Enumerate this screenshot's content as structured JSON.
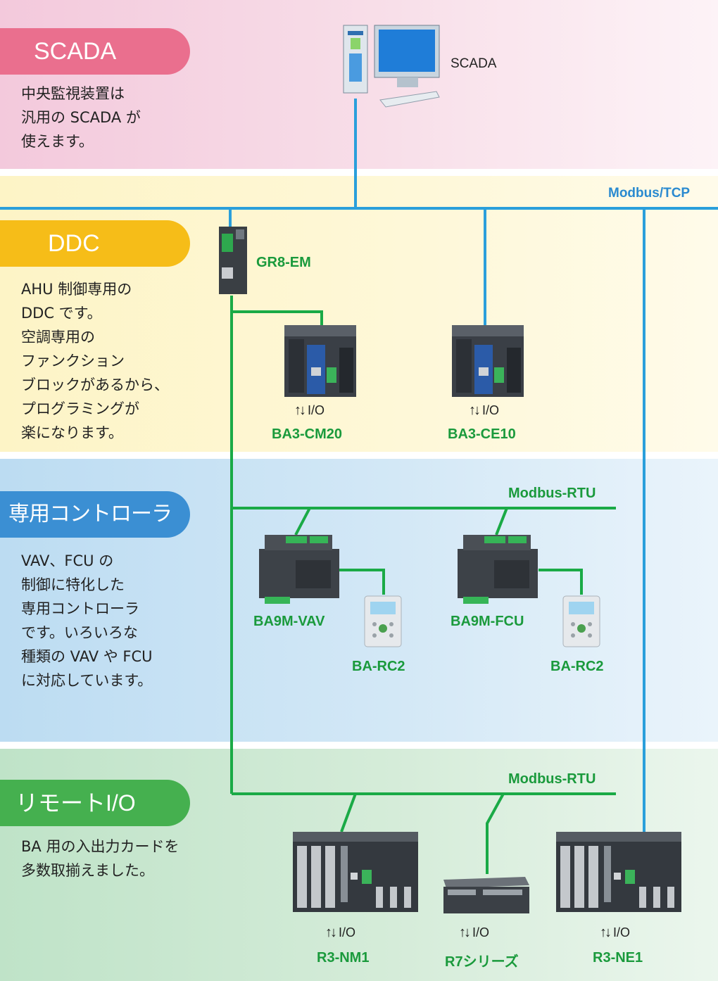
{
  "sections": {
    "scada": {
      "title": "SCADA",
      "description": "中央監視装置は\n汎用の SCADA が\n使えます。"
    },
    "ddc": {
      "title": "DDC",
      "description": "AHU 制御専用の\nDDC です。\n空調専用の\nファンクション\nブロックがあるから、\nプログラミングが\n楽になります。"
    },
    "controller": {
      "title": "専用コントローラ",
      "description": "VAV、FCU の\n制御に特化した\n専用コントローラ\nです。いろいろな\n種類の VAV や FCU\nに対応しています。"
    },
    "remote_io": {
      "title": "リモートI/O",
      "description": "BA 用の入出力カードを\n多数取揃えました。"
    }
  },
  "network": {
    "tcp": "Modbus/TCP",
    "rtu1": "Modbus-RTU",
    "rtu2": "Modbus-RTU"
  },
  "devices": {
    "scada_pc": "SCADA",
    "gr8": "GR8-EM",
    "cm20": "BA3-CM20",
    "ce10": "BA3-CE10",
    "vav": "BA9M-VAV",
    "fcu": "BA9M-FCU",
    "rc2a": "BA-RC2",
    "rc2b": "BA-RC2",
    "nm1": "R3-NM1",
    "r7": "R7シリーズ",
    "ne1": "R3-NE1"
  },
  "io_label": "I/O",
  "colors": {
    "tcp_line": "#2a9fdb",
    "rtu_line": "#1aaa46"
  }
}
